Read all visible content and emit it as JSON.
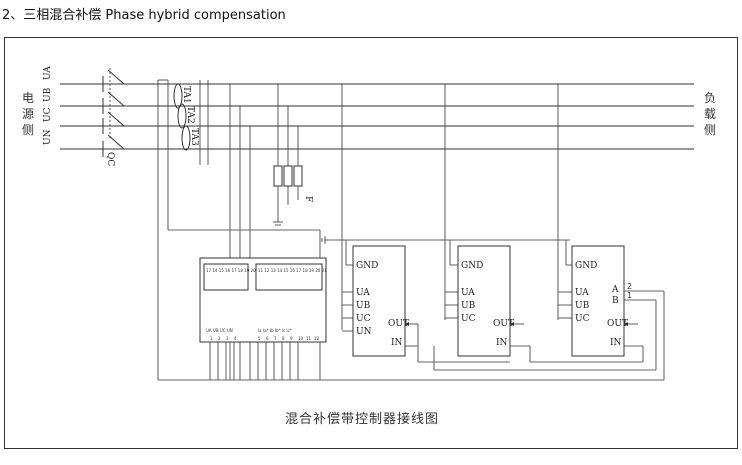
{
  "heading": "2、三相混合补偿 Phase hybrid compensation",
  "caption": "混合补偿带控制器接线图",
  "source_side": [
    "电",
    "源",
    "侧"
  ],
  "load_side": [
    "负",
    "载",
    "侧"
  ],
  "lines": [
    "UA",
    "UB",
    "UC",
    "UN"
  ],
  "breaker": "QC",
  "transformers": [
    "TA1",
    "TA2",
    "TA3"
  ],
  "fuse": "F",
  "controller": {
    "top_numbers_left": "17 14 15 16 17 18 19 20",
    "top_numbers_right": "11 12 13 14 15 16 17 18 19 20 21",
    "bottom_labels_left": "UA UB UC UN",
    "bottom_labels_right": "Ia Ia* Ib Ib* Ic Ic*",
    "bottom_numbers": [
      "1",
      "2",
      "3",
      "4",
      "5",
      "6",
      "7",
      "8",
      "9",
      "10",
      "11",
      "12"
    ]
  },
  "modules": [
    {
      "gnd": "GND",
      "inputs": [
        "UA",
        "UB",
        "UC",
        "UN"
      ],
      "out": "OUT",
      "in": "IN"
    },
    {
      "gnd": "GND",
      "inputs": [
        "UA",
        "UB",
        "UC"
      ],
      "out": "OUT",
      "in": "IN"
    },
    {
      "gnd": "GND",
      "inputs": [
        "UA",
        "UB",
        "UC"
      ],
      "out": "OUT",
      "in": "IN",
      "comm": [
        "A",
        "B"
      ],
      "comm_numbers": [
        "2",
        "1"
      ]
    }
  ]
}
